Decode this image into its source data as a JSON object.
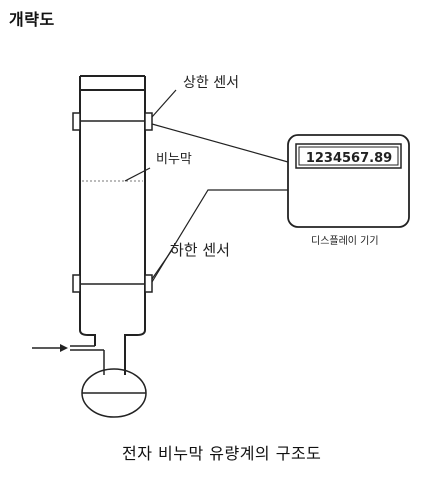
{
  "header": {
    "title": "개략도"
  },
  "diagram": {
    "labels": {
      "upper_sensor": "상한 센서",
      "soap_film": "비누막",
      "lower_sensor": "하한 센서",
      "display_value": "1234567.89",
      "display_caption": "디스플레이 기기"
    },
    "caption": "전자 비누막 유량계의 구조도"
  }
}
